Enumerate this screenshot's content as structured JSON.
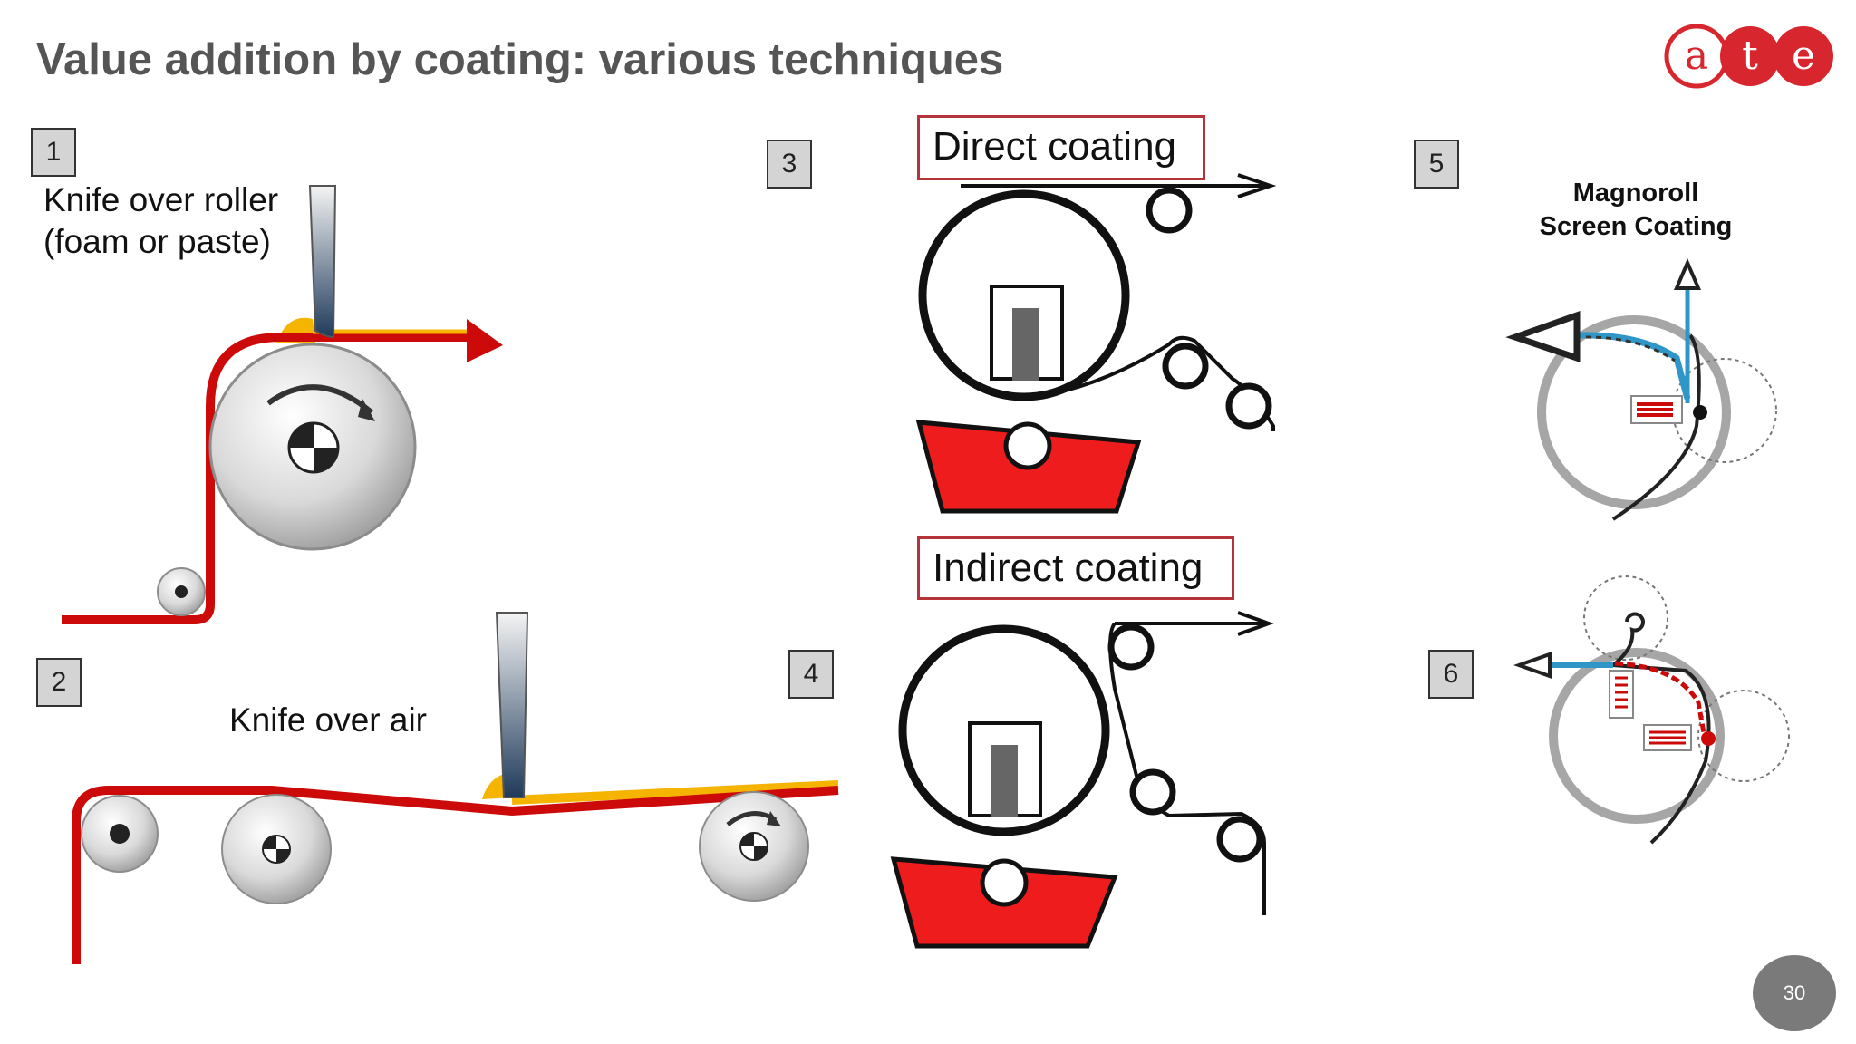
{
  "slide": {
    "title": "Value addition by coating: various techniques",
    "page_number": "30",
    "logo_letters": [
      "a",
      "t",
      "e"
    ]
  },
  "panels": {
    "p1": {
      "number": "1",
      "label_line1": "Knife over roller",
      "label_line2": "(foam or paste)"
    },
    "p2": {
      "number": "2",
      "label": "Knife over air"
    },
    "p3": {
      "number": "3",
      "label": "Direct coating"
    },
    "p4": {
      "number": "4",
      "label": "Indirect coating"
    },
    "p5": {
      "number": "5",
      "label_line1": "Magnoroll",
      "label_line2": "Screen Coating"
    },
    "p6": {
      "number": "6"
    }
  },
  "colors": {
    "fabric_red": "#cc0a0a",
    "coating_yellow": "#f4b400",
    "title_gray": "#555555",
    "box_border": "#b5343a",
    "trough_red": "#ee1c1c",
    "screen_blue": "#2f96c8"
  }
}
